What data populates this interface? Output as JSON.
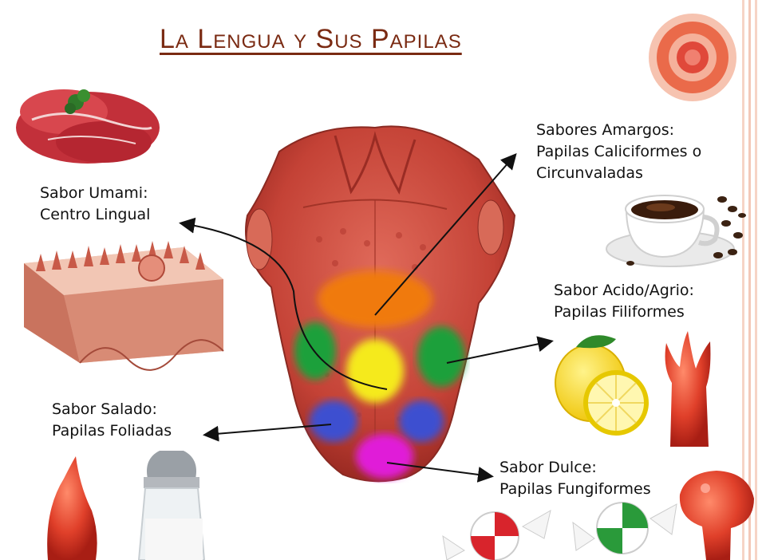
{
  "title": "La Lengua y Sus Papilas",
  "colors": {
    "title": "#7a2a12",
    "umami": "#1fa03a",
    "dulce": "#e01ad8",
    "salado": "#3d4fd0",
    "acido": "#f5ea1a",
    "amargo": "#f07a10",
    "tongue": "#c94a3e",
    "arrow": "#111111",
    "stripe": "#f3c8b8"
  },
  "labels": {
    "umami": {
      "line1": "Sabor Umami:",
      "line2": "Centro Lingual"
    },
    "amargos": {
      "line1": "Sabores Amargos:",
      "line2": "Papilas Caliciformes o",
      "line3": "Circunvaladas"
    },
    "acido": {
      "line1": "Sabor Acido/Agrio:",
      "line2": "Papilas Filiformes"
    },
    "salado": {
      "line1": "Sabor Salado:",
      "line2": "Papilas Foliadas"
    },
    "dulce": {
      "line1": "Sabor Dulce:",
      "line2": "Papilas Fungiformes"
    }
  },
  "icons": [
    "meat-icon",
    "papilla-tissue-icon",
    "salt-shaker-icon",
    "flame-papilla-icon",
    "circumvallate-papilla-icon",
    "coffee-cup-icon",
    "lemon-icon",
    "filiform-papilla-icon",
    "fungiform-papilla-icon",
    "candy-icon"
  ]
}
